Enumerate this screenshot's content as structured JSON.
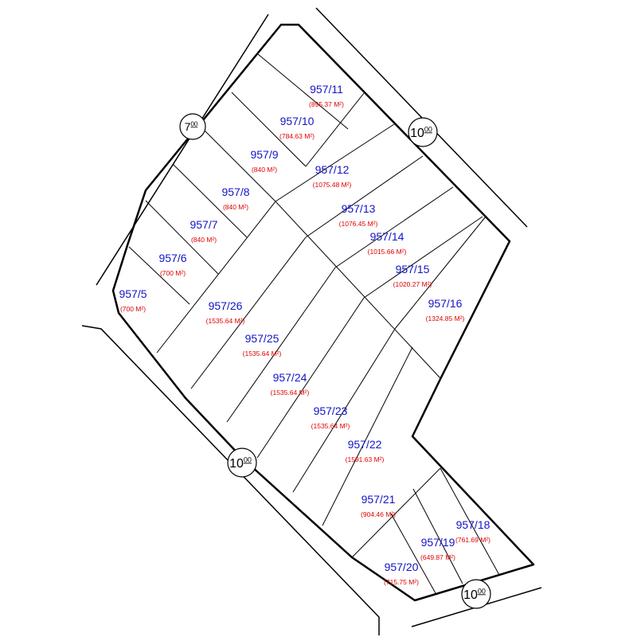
{
  "colors": {
    "parcel_id": "#1414c8",
    "parcel_area": "#e00000",
    "lines": "#000000",
    "background": "#ffffff"
  },
  "parcels": [
    {
      "id": "957/5",
      "area": "(700 M²)"
    },
    {
      "id": "957/6",
      "area": "(700 M²)"
    },
    {
      "id": "957/7",
      "area": "(840 M²)"
    },
    {
      "id": "957/8",
      "area": "(840 M²)"
    },
    {
      "id": "957/9",
      "area": "(840 M²)"
    },
    {
      "id": "957/10",
      "area": "(784.63 M²)"
    },
    {
      "id": "957/11",
      "area": "(895.37 M²)"
    },
    {
      "id": "957/12",
      "area": "(1075.48 M²)"
    },
    {
      "id": "957/13",
      "area": "(1076.45 M²)"
    },
    {
      "id": "957/14",
      "area": "(1015.66 M²)"
    },
    {
      "id": "957/15",
      "area": "(1020.27 M²)"
    },
    {
      "id": "957/16",
      "area": "(1324.85 M²)"
    },
    {
      "id": "957/26",
      "area": "(1535.64 M²)"
    },
    {
      "id": "957/25",
      "area": "(1535.64 M²)"
    },
    {
      "id": "957/24",
      "area": "(1535.64 M²)"
    },
    {
      "id": "957/23",
      "area": "(1535.64 M²)"
    },
    {
      "id": "957/22",
      "area": "(1591.63 M²)"
    },
    {
      "id": "957/21",
      "area": "(904.46 M²)"
    },
    {
      "id": "957/20",
      "area": "(715.75 M²)"
    },
    {
      "id": "957/19",
      "area": "(649.87 M²)"
    },
    {
      "id": "957/18",
      "area": "(761.69 M²)"
    }
  ],
  "roads": [
    {
      "main": "7",
      "sub": "00"
    },
    {
      "main": "10",
      "sub": "00"
    },
    {
      "main": "10",
      "sub": "00"
    },
    {
      "main": "10",
      "sub": "00"
    }
  ]
}
